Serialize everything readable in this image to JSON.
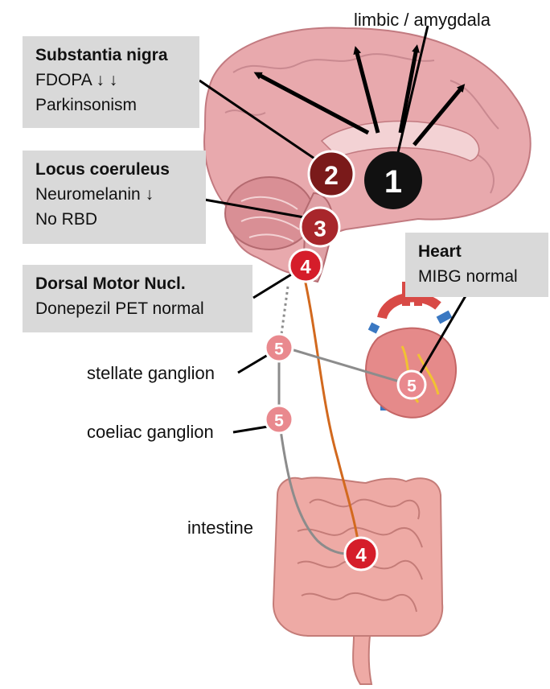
{
  "labels": {
    "limbic": "limbic / amygdala",
    "stellate": "stellate ganglion",
    "coeliac": "coeliac ganglion",
    "intestine": "intestine"
  },
  "boxes": {
    "substantia_nigra": {
      "title": "Substantia nigra",
      "lines": [
        "FDOPA ↓ ↓",
        "Parkinsonism"
      ]
    },
    "locus_coeruleus": {
      "title": "Locus coeruleus",
      "lines": [
        "Neuromelanin ↓",
        "No RBD"
      ]
    },
    "dorsal_motor": {
      "title": "Dorsal Motor Nucl.",
      "lines": [
        "Donepezil PET normal"
      ]
    },
    "heart": {
      "title": "Heart",
      "lines": [
        "MIBG normal"
      ]
    }
  },
  "nodes": {
    "n1": "1",
    "n2": "2",
    "n3": "3",
    "n4_brainstem": "4",
    "n5_stellate": "5",
    "n5_coeliac": "5",
    "n5_heart": "5",
    "n4_intestine": "4"
  },
  "colors": {
    "box_bg": "#d9d9d9",
    "brain": "#e8a9ad",
    "node1": "#111111",
    "node2": "#7a1a1a",
    "node3": "#a8262b",
    "node4": "#d51d2a",
    "node5": "#e9898e",
    "vagus_line": "#d2691e",
    "sympathetic_line": "#8c8c8c"
  }
}
